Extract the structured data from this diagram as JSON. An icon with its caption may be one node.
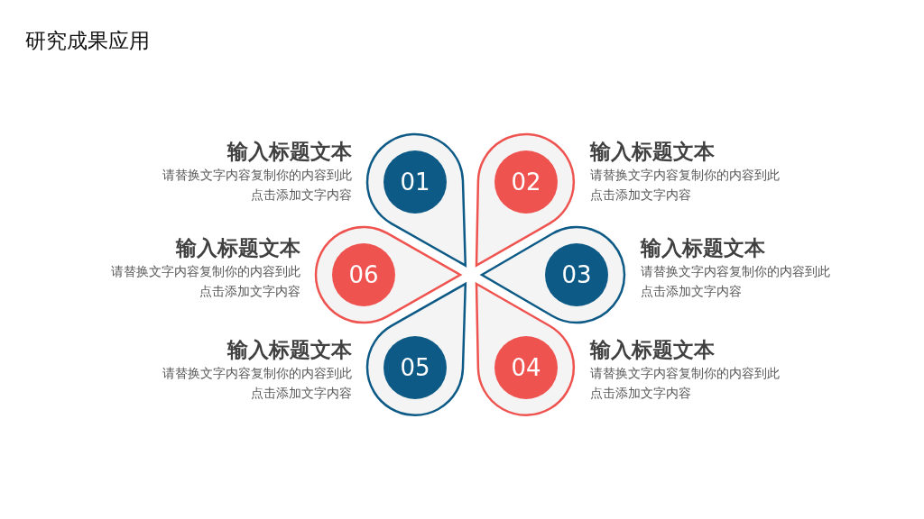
{
  "diagram": {
    "title": "研究成果应用",
    "nodes": [
      {
        "text": [
          "01"
        ],
        "beside": [
          "输入标题文本",
          "请替换文字内容复制你的内容到此",
          "点击添加文字内容"
        ]
      },
      {
        "text": [
          "02"
        ],
        "beside": [
          "输入标题文本",
          "请替换文字内容复制你的内容到此",
          "点击添加文字内容"
        ]
      },
      {
        "text": [
          "03"
        ],
        "beside": [
          "输入标题文本",
          "请替换文字内容复制你的内容到此",
          "点击添加文字内容"
        ]
      },
      {
        "text": [
          "04"
        ],
        "beside": [
          "输入标题文本",
          "请替换文字内容复制你的内容到此",
          "点击添加文字内容"
        ]
      },
      {
        "text": [
          "05"
        ],
        "beside": [
          "输入标题文本",
          "请替换文字内容复制你的内容到此",
          "点击添加文字内容"
        ]
      },
      {
        "text": [
          "06"
        ],
        "beside": [
          "输入标题文本",
          "请替换文字内容复制你的内容到此",
          "点击添加文字内容"
        ]
      }
    ],
    "edges": []
  }
}
